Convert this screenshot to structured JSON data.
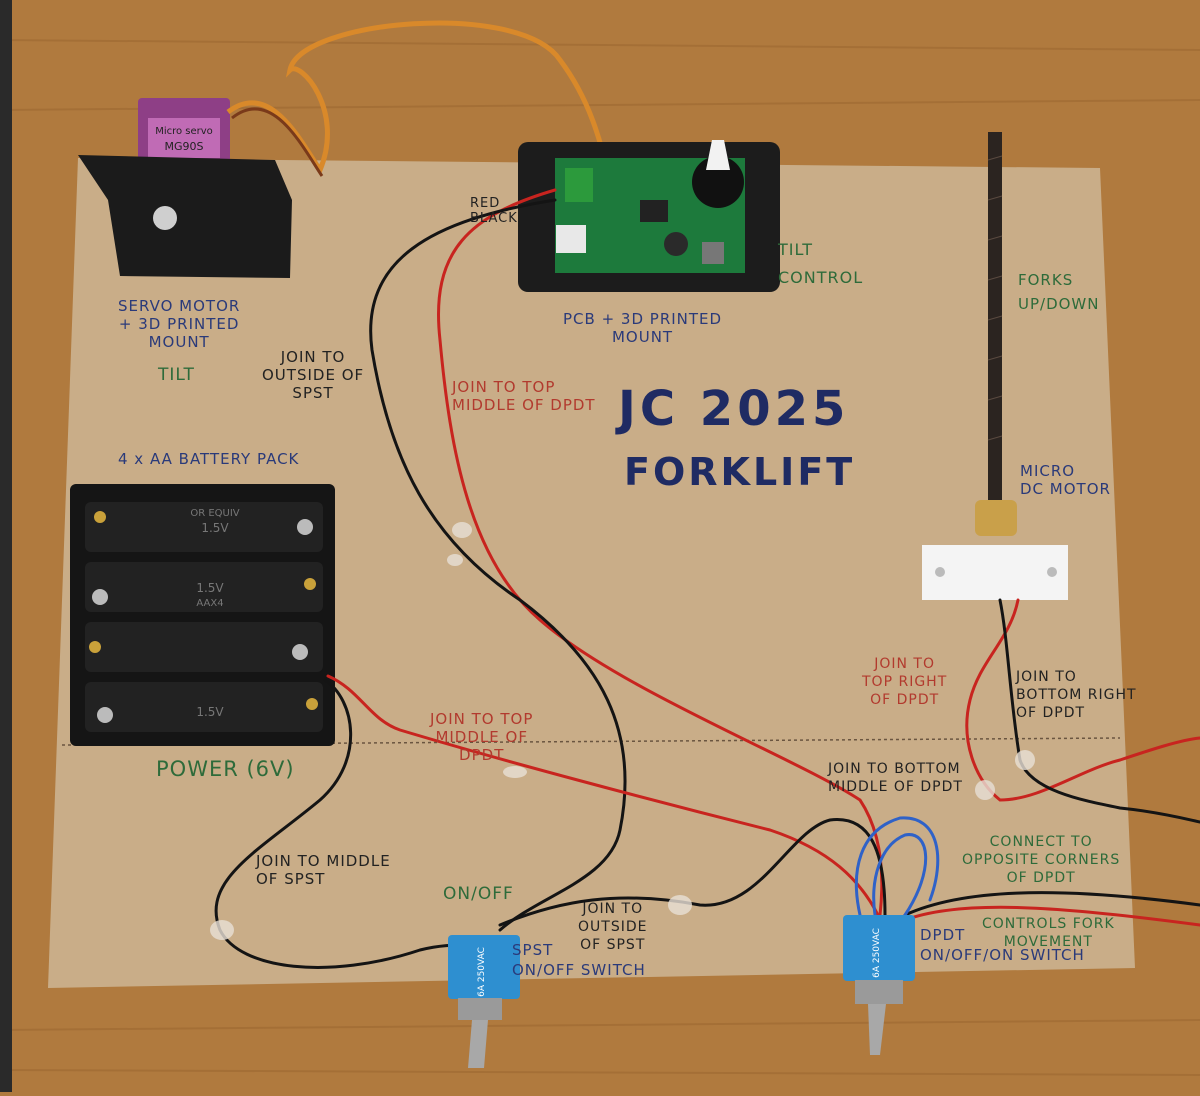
{
  "colors": {
    "table": "#b07a3e",
    "board": "#c9ad88",
    "wire_red": "#c8241f",
    "wire_black": "#141414",
    "wire_blue": "#2f62c8",
    "pcb_green": "#1d7a3c",
    "switch_blue": "#2e8fd0",
    "servo_purple": "#8e3f86",
    "ink_blue": "#1f2b63",
    "ink_green": "#2e6b3a",
    "ink_red": "#b23a2e"
  },
  "title": {
    "line1": "JC 2025",
    "line2": "FORKLIFT"
  },
  "labels": {
    "servo_motor": "SERVO MOTOR\n+ 3D PRINTED\nMOUNT",
    "tilt": "TILT",
    "join_outside_spst_top": "JOIN TO\nOUTSIDE OF\nSPST",
    "red_black": "RED\nBLACK",
    "join_top_middle_dpdt_1": "JOIN TO TOP\nMIDDLE OF DPDT",
    "pcb_mount": "PCB + 3D PRINTED\nMOUNT",
    "tilt_control": "TILT\nCONTROL",
    "forks_up_down": "FORKS\nUP/DOWN",
    "battery_pack": "4 x AA BATTERY PACK",
    "micro_dc_motor": "MICRO\nDC MOTOR",
    "join_top_right_dpdt": "JOIN TO\nTOP RIGHT\nOF DPDT",
    "join_bottom_right_dpdt": "JOIN TO\nBOTTOM RIGHT\nOF DPDT",
    "join_top_middle_dpdt_2": "JOIN TO TOP\nMIDDLE OF\nDPDT",
    "power": "POWER (6V)",
    "join_bottom_middle_dpdt": "JOIN TO BOTTOM\nMIDDLE OF DPDT",
    "connect_opposite": "CONNECT TO\nOPPOSITE CORNERS\nOF DPDT",
    "join_middle_spst": "JOIN TO MIDDLE\nOF SPST",
    "on_off": "ON/OFF",
    "join_outside_spst_bottom": "JOIN TO\nOUTSIDE\nOF SPST",
    "spst_switch": "SPST\nON/OFF SWITCH",
    "controls_fork": "CONTROLS FORK\nMOVEMENT",
    "dpdt_switch": "DPDT\nON/OFF/ON SWITCH"
  },
  "component_print": {
    "servo_model": "MG90S",
    "servo_brand": "Micro servo",
    "battery_cell": "1.5V",
    "battery_or": "OR EQUIV",
    "battery_aa": "AAX4",
    "switch_print": "6A 250VAC"
  }
}
